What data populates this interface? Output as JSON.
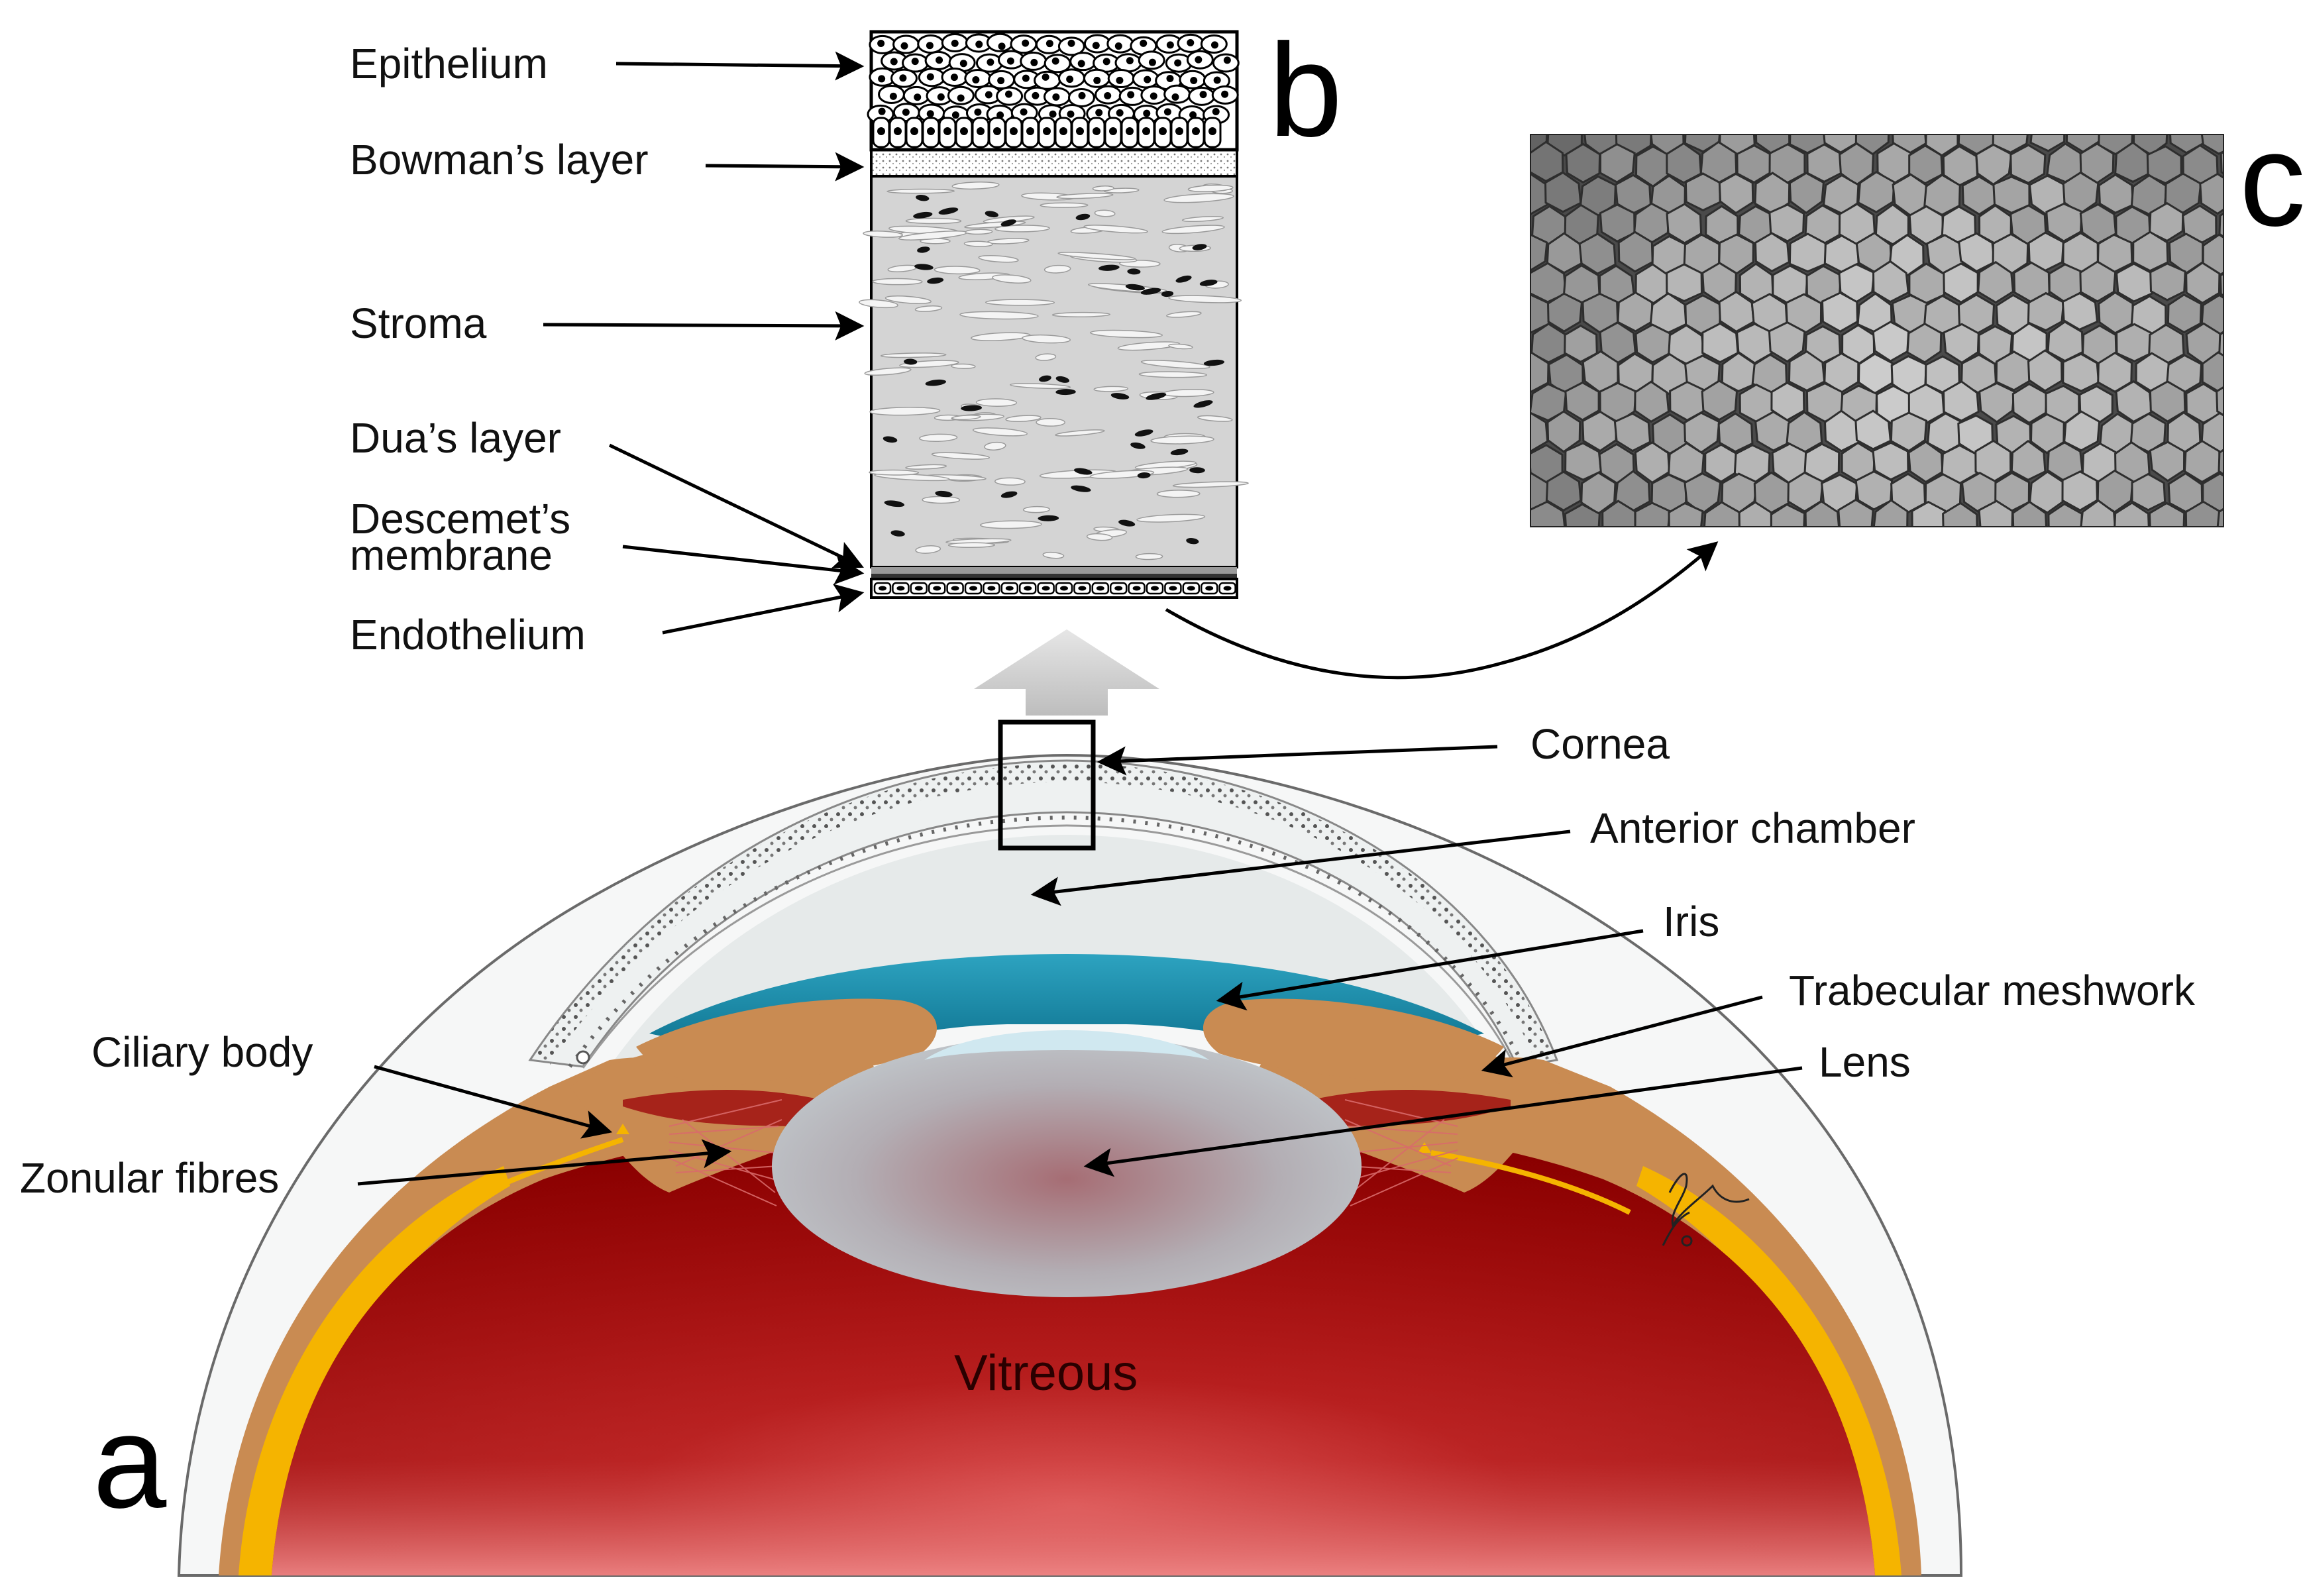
{
  "panels": {
    "a": "a",
    "b": "b",
    "c": "c"
  },
  "layers": [
    {
      "key": "epithelium",
      "label": "Epithelium"
    },
    {
      "key": "bowman",
      "label": "Bowman’s layer"
    },
    {
      "key": "stroma",
      "label": "Stroma"
    },
    {
      "key": "dua",
      "label": "Dua’s layer"
    },
    {
      "key": "descemet",
      "label_line1": "Descemet’s",
      "label_line2": "membrane"
    },
    {
      "key": "endothelium",
      "label": "Endothelium"
    }
  ],
  "structures": {
    "cornea": "Cornea",
    "anterior_chamber": "Anterior chamber",
    "iris": "Iris",
    "trabecular_meshwork": "Trabecular meshwork",
    "lens": "Lens",
    "ciliary_body": "Ciliary body",
    "zonular_fibres": "Zonular fibres",
    "vitreous": "Vitreous"
  },
  "colors": {
    "vitreous": "#8f0000",
    "sclera": "#c98b52",
    "choroid": "#f2b000",
    "iris": "#1a8aa8",
    "lens": "#b8bfc5",
    "cornea": "#eef1f1",
    "anterior_chamber": "#e7ebeb",
    "stroma": "#d4d4d4",
    "specular_bg": "#4a4a4a"
  }
}
